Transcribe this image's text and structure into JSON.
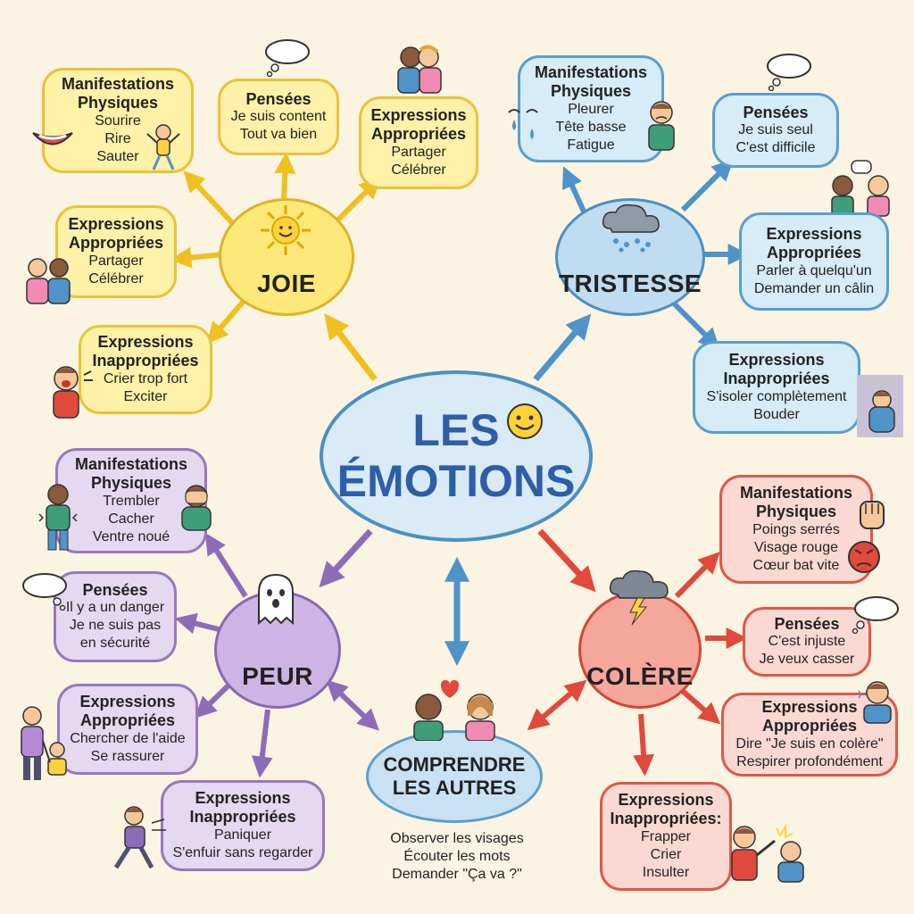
{
  "center": {
    "line1": "LES",
    "line2": "ÉMOTIONS"
  },
  "joie": {
    "label": "JOIE",
    "manifestations": {
      "title1": "Manifestations",
      "title2": "Physiques",
      "items": [
        "Sourire",
        "Rire",
        "Sauter"
      ]
    },
    "pensees": {
      "title": "Pensées",
      "items": [
        "Je suis content",
        "Tout va bien"
      ]
    },
    "expr_top": {
      "title1": "Expressions",
      "title2": "Appropriées",
      "items": [
        "Partager",
        "Célébrer"
      ]
    },
    "expr_left": {
      "title1": "Expressions",
      "title2": "Appropriées",
      "items": [
        "Partager",
        "Célébrer"
      ]
    },
    "inappropriate": {
      "title1": "Expressions",
      "title2": "Inappropriées",
      "items": [
        "Crier trop fort",
        "Exciter"
      ]
    }
  },
  "tristesse": {
    "label": "TRISTESSE",
    "manifestations": {
      "title1": "Manifestations",
      "title2": "Physiques",
      "items": [
        "Pleurer",
        "Tête basse",
        "Fatigue"
      ]
    },
    "pensees": {
      "title": "Pensées",
      "items": [
        "Je suis seul",
        "C'est difficile"
      ]
    },
    "appropriate": {
      "title1": "Expressions",
      "title2": "Appropriées",
      "items": [
        "Parler à quelqu'un",
        "Demander un câlin"
      ]
    },
    "inappropriate": {
      "title1": "Expressions",
      "title2": "Inappropriées",
      "items": [
        "S'isoler complètement",
        "Bouder"
      ]
    }
  },
  "peur": {
    "label": "PEUR",
    "manifestations": {
      "title1": "Manifestations",
      "title2": "Physiques",
      "items": [
        "Trembler",
        "Cacher",
        "Ventre noué"
      ]
    },
    "pensees": {
      "title": "Pensées",
      "items": [
        "Il y a un danger",
        "Je ne suis pas",
        "en sécurité"
      ]
    },
    "appropriate": {
      "title1": "Expressions",
      "title2": "Appropriées",
      "items": [
        "Chercher de l'aide",
        "Se rassurer"
      ]
    },
    "inappropriate": {
      "title1": "Expressions",
      "title2": "Inappropriées",
      "items": [
        "Paniquer",
        "S'enfuir sans regarder"
      ]
    }
  },
  "colere": {
    "label": "COLÈRE",
    "manifestations": {
      "title1": "Manifestations",
      "title2": "Physiques",
      "items": [
        "Poings serrés",
        "Visage rouge",
        "Cœur bat vite"
      ]
    },
    "pensees": {
      "title": "Pensées",
      "items": [
        "C'est injuste",
        "Je veux casser"
      ]
    },
    "appropriate": {
      "title1": "Expressions",
      "title2": "Appropriées",
      "items": [
        "Dire \"Je suis en colère\"",
        "Respirer profondément"
      ]
    },
    "inappropriate": {
      "title1": "Expressions",
      "title2": "Inappropriées:",
      "items": [
        "Frapper",
        "Crier",
        "Insulter"
      ]
    }
  },
  "comprendre": {
    "line1": "COMPRENDRE",
    "line2": "LES AUTRES",
    "items": [
      "Observer les visages",
      "Écouter les mots",
      "Demander \"Ça va ?\""
    ]
  },
  "colors": {
    "joie": "#f0c020",
    "tristesse": "#4f93c8",
    "peur": "#8e6bb8",
    "colere": "#e0493b",
    "center": "#2f5ea8"
  },
  "icons": [
    "sun-icon",
    "rain-cloud-icon",
    "ghost-icon",
    "storm-cloud-icon",
    "smiley-icon",
    "heart-icon",
    "thought-bubble-icon"
  ]
}
